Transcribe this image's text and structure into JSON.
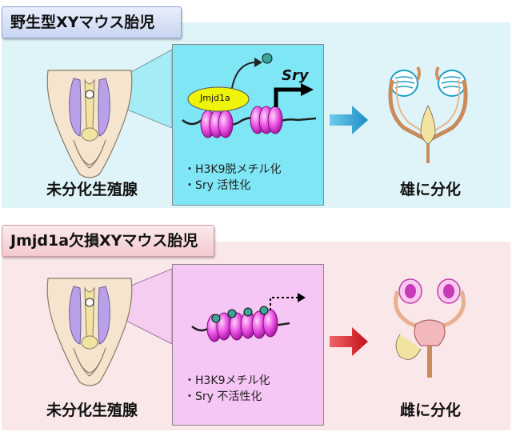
{
  "top": {
    "header": "野生型XYマウス胎児",
    "left_caption": "未分化生殖腺",
    "box_bullets": [
      "・H3K9脱メチル化",
      "・Sry 活性化"
    ],
    "enzyme_label": "Jmjd1a",
    "gene_label": "Sry",
    "right_caption": "雄に分化"
  },
  "bottom": {
    "header": "Jmjd1a欠損XYマウス胎児",
    "left_caption": "未分化生殖腺",
    "box_bullets": [
      "・H3K9メチル化",
      "・Sry 不活性化"
    ],
    "right_caption": "雌に分化"
  },
  "colors": {
    "top_bg": "#dff4f8",
    "bottom_bg": "#fae7ea",
    "top_box": "#7fe6f6",
    "bottom_box": "#f6c6f4",
    "nucleosome": "#e02bd8",
    "enzyme": "#eef50a",
    "arrow_blue": "#2aa6d8",
    "arrow_red": "#d9171f"
  }
}
